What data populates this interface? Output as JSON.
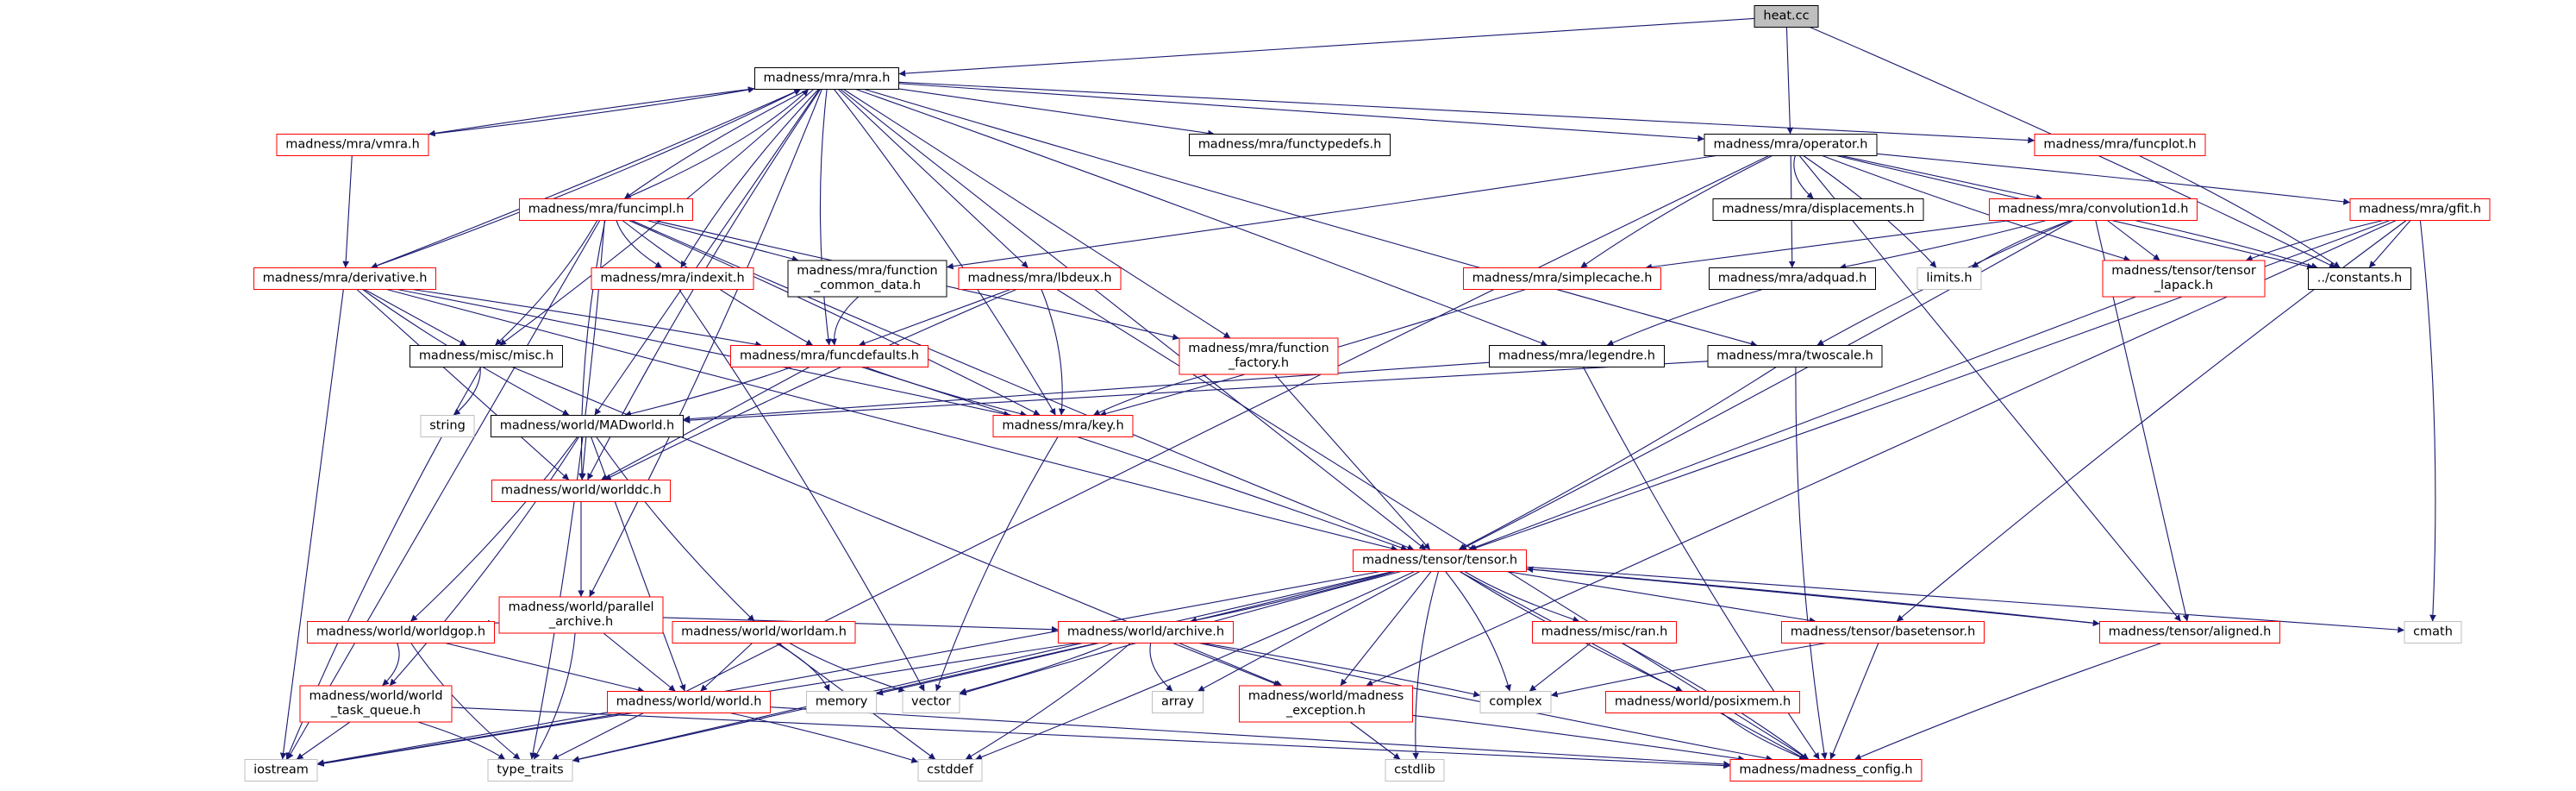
{
  "colors": {
    "edge": "#191970",
    "root_fill": "#bfbfbf",
    "root_border": "#000000",
    "documented_border": "#000000",
    "undocumented_border": "#ff0000",
    "external_border": "#bfbfbf",
    "node_fill": "#ffffff"
  },
  "nodes": [
    {
      "id": "heat",
      "lines": [
        "heat.cc"
      ],
      "kind": "root"
    },
    {
      "id": "mra",
      "lines": [
        "madness/mra/mra.h"
      ],
      "kind": "documented"
    },
    {
      "id": "operator",
      "lines": [
        "madness/mra/operator.h"
      ],
      "kind": "documented"
    },
    {
      "id": "vmra",
      "lines": [
        "madness/mra/vmra.h"
      ],
      "kind": "undocumented"
    },
    {
      "id": "functypedefs",
      "lines": [
        "madness/mra/functypedefs.h"
      ],
      "kind": "documented"
    },
    {
      "id": "funcplot",
      "lines": [
        "madness/mra/funcplot.h"
      ],
      "kind": "undocumented"
    },
    {
      "id": "funcimpl",
      "lines": [
        "madness/mra/funcimpl.h"
      ],
      "kind": "undocumented"
    },
    {
      "id": "displacements",
      "lines": [
        "madness/mra/displacements.h"
      ],
      "kind": "documented"
    },
    {
      "id": "convolution1d",
      "lines": [
        "madness/mra/convolution1d.h"
      ],
      "kind": "undocumented"
    },
    {
      "id": "gfit",
      "lines": [
        "madness/mra/gfit.h"
      ],
      "kind": "undocumented"
    },
    {
      "id": "derivative",
      "lines": [
        "madness/mra/derivative.h"
      ],
      "kind": "undocumented"
    },
    {
      "id": "indexit",
      "lines": [
        "madness/mra/indexit.h"
      ],
      "kind": "undocumented"
    },
    {
      "id": "fcommon",
      "lines": [
        "madness/mra/function",
        "_common_data.h"
      ],
      "kind": "documented"
    },
    {
      "id": "fbdeux",
      "lines": [
        "madness/mra/lbdeux.h"
      ],
      "kind": "undocumented"
    },
    {
      "id": "simplecache",
      "lines": [
        "madness/mra/simplecache.h"
      ],
      "kind": "undocumented"
    },
    {
      "id": "adquad",
      "lines": [
        "madness/mra/adquad.h"
      ],
      "kind": "documented"
    },
    {
      "id": "limits",
      "lines": [
        "limits.h"
      ],
      "kind": "external"
    },
    {
      "id": "tlapack",
      "lines": [
        "madness/tensor/tensor",
        "_lapack.h"
      ],
      "kind": "undocumented"
    },
    {
      "id": "constants",
      "lines": [
        "../constants.h"
      ],
      "kind": "documented"
    },
    {
      "id": "misc",
      "lines": [
        "madness/misc/misc.h"
      ],
      "kind": "documented"
    },
    {
      "id": "funcdefaults",
      "lines": [
        "madness/mra/funcdefaults.h"
      ],
      "kind": "undocumented"
    },
    {
      "id": "ffactory",
      "lines": [
        "madness/mra/function",
        "_factory.h"
      ],
      "kind": "undocumented"
    },
    {
      "id": "legendre",
      "lines": [
        "madness/mra/legendre.h"
      ],
      "kind": "documented"
    },
    {
      "id": "twoscale",
      "lines": [
        "madness/mra/twoscale.h"
      ],
      "kind": "documented"
    },
    {
      "id": "string",
      "lines": [
        "string"
      ],
      "kind": "external"
    },
    {
      "id": "madworld",
      "lines": [
        "madness/world/MADworld.h"
      ],
      "kind": "documented"
    },
    {
      "id": "key",
      "lines": [
        "madness/mra/key.h"
      ],
      "kind": "undocumented"
    },
    {
      "id": "worlddc",
      "lines": [
        "madness/world/worlddc.h"
      ],
      "kind": "undocumented"
    },
    {
      "id": "tensor",
      "lines": [
        "madness/tensor/tensor.h"
      ],
      "kind": "undocumented"
    },
    {
      "id": "parchive",
      "lines": [
        "madness/world/parallel",
        "_archive.h"
      ],
      "kind": "undocumented"
    },
    {
      "id": "worldgop",
      "lines": [
        "madness/world/worldgop.h"
      ],
      "kind": "undocumented"
    },
    {
      "id": "worldam",
      "lines": [
        "madness/world/worldam.h"
      ],
      "kind": "undocumented"
    },
    {
      "id": "archive",
      "lines": [
        "madness/world/archive.h"
      ],
      "kind": "undocumented"
    },
    {
      "id": "miscran",
      "lines": [
        "madness/misc/ran.h"
      ],
      "kind": "undocumented"
    },
    {
      "id": "basetensor",
      "lines": [
        "madness/tensor/basetensor.h"
      ],
      "kind": "undocumented"
    },
    {
      "id": "aligned",
      "lines": [
        "madness/tensor/aligned.h"
      ],
      "kind": "undocumented"
    },
    {
      "id": "cmath",
      "lines": [
        "cmath"
      ],
      "kind": "external"
    },
    {
      "id": "wtq",
      "lines": [
        "madness/world/world",
        "_task_queue.h"
      ],
      "kind": "undocumented"
    },
    {
      "id": "world",
      "lines": [
        "madness/world/world.h"
      ],
      "kind": "undocumented"
    },
    {
      "id": "memory",
      "lines": [
        "memory"
      ],
      "kind": "external"
    },
    {
      "id": "vector",
      "lines": [
        "vector"
      ],
      "kind": "external"
    },
    {
      "id": "array",
      "lines": [
        "array"
      ],
      "kind": "external"
    },
    {
      "id": "mexc",
      "lines": [
        "madness/world/madness",
        "_exception.h"
      ],
      "kind": "undocumented"
    },
    {
      "id": "complex",
      "lines": [
        "complex"
      ],
      "kind": "external"
    },
    {
      "id": "posixmem",
      "lines": [
        "madness/world/posixmem.h"
      ],
      "kind": "undocumented"
    },
    {
      "id": "iostream",
      "lines": [
        "iostream"
      ],
      "kind": "external"
    },
    {
      "id": "typetraits",
      "lines": [
        "type_traits"
      ],
      "kind": "external"
    },
    {
      "id": "cstddef",
      "lines": [
        "cstddef"
      ],
      "kind": "external"
    },
    {
      "id": "cstdlib",
      "lines": [
        "cstdlib"
      ],
      "kind": "external"
    },
    {
      "id": "config",
      "lines": [
        "madness/madness_config.h"
      ],
      "kind": "undocumented"
    }
  ],
  "edges": [
    [
      "heat",
      "mra"
    ],
    [
      "heat",
      "operator"
    ],
    [
      "heat",
      "constants"
    ],
    [
      "mra",
      "vmra"
    ],
    [
      "mra",
      "functypedefs"
    ],
    [
      "mra",
      "funcplot"
    ],
    [
      "mra",
      "funcimpl"
    ],
    [
      "mra",
      "operator"
    ],
    [
      "mra",
      "derivative"
    ],
    [
      "mra",
      "indexit"
    ],
    [
      "mra",
      "fbdeux"
    ],
    [
      "mra",
      "misc"
    ],
    [
      "mra",
      "funcdefaults"
    ],
    [
      "mra",
      "ffactory"
    ],
    [
      "mra",
      "legendre"
    ],
    [
      "mra",
      "twoscale"
    ],
    [
      "mra",
      "madworld"
    ],
    [
      "mra",
      "key"
    ],
    [
      "mra",
      "worlddc"
    ],
    [
      "mra",
      "tensor"
    ],
    [
      "mra",
      "parchive"
    ],
    [
      "vmra",
      "mra"
    ],
    [
      "vmra",
      "derivative"
    ],
    [
      "funcplot",
      "constants"
    ],
    [
      "operator",
      "displacements"
    ],
    [
      "operator",
      "convolution1d"
    ],
    [
      "operator",
      "gfit"
    ],
    [
      "operator",
      "simplecache"
    ],
    [
      "operator",
      "adquad"
    ],
    [
      "operator",
      "limits"
    ],
    [
      "operator",
      "tlapack"
    ],
    [
      "operator",
      "constants"
    ],
    [
      "operator",
      "fcommon"
    ],
    [
      "operator",
      "typetraits"
    ],
    [
      "operator",
      "aligned"
    ],
    [
      "funcimpl",
      "mra"
    ],
    [
      "funcimpl",
      "indexit"
    ],
    [
      "funcimpl",
      "fcommon"
    ],
    [
      "funcimpl",
      "misc"
    ],
    [
      "funcimpl",
      "funcdefaults"
    ],
    [
      "funcimpl",
      "ffactory"
    ],
    [
      "funcimpl",
      "key"
    ],
    [
      "funcimpl",
      "tensor"
    ],
    [
      "funcimpl",
      "iostream"
    ],
    [
      "funcimpl",
      "typetraits"
    ],
    [
      "funcimpl",
      "worlddc"
    ],
    [
      "convolution1d",
      "simplecache"
    ],
    [
      "convolution1d",
      "adquad"
    ],
    [
      "convolution1d",
      "limits"
    ],
    [
      "convolution1d",
      "tlapack"
    ],
    [
      "convolution1d",
      "constants"
    ],
    [
      "convolution1d",
      "twoscale"
    ],
    [
      "convolution1d",
      "aligned"
    ],
    [
      "convolution1d",
      "tensor"
    ],
    [
      "gfit",
      "tlapack"
    ],
    [
      "gfit",
      "constants"
    ],
    [
      "gfit",
      "cmath"
    ],
    [
      "gfit",
      "basetensor"
    ],
    [
      "gfit",
      "mexc"
    ],
    [
      "gfit",
      "tensor"
    ],
    [
      "derivative",
      "mra"
    ],
    [
      "derivative",
      "misc"
    ],
    [
      "derivative",
      "funcdefaults"
    ],
    [
      "derivative",
      "madworld"
    ],
    [
      "derivative",
      "worlddc"
    ],
    [
      "derivative",
      "key"
    ],
    [
      "derivative",
      "tensor"
    ],
    [
      "derivative",
      "iostream"
    ],
    [
      "indexit",
      "vector"
    ],
    [
      "fcommon",
      "funcdefaults"
    ],
    [
      "fbdeux",
      "funcdefaults"
    ],
    [
      "fbdeux",
      "key"
    ],
    [
      "fbdeux",
      "worlddc"
    ],
    [
      "fbdeux",
      "config"
    ],
    [
      "simplecache",
      "key"
    ],
    [
      "adquad",
      "legendre"
    ],
    [
      "tlapack",
      "tensor"
    ],
    [
      "misc",
      "string"
    ],
    [
      "misc",
      "iostream"
    ],
    [
      "misc",
      "mexc"
    ],
    [
      "funcdefaults",
      "madworld"
    ],
    [
      "funcdefaults",
      "key"
    ],
    [
      "funcdefaults",
      "worlddc"
    ],
    [
      "funcdefaults",
      "tensor"
    ],
    [
      "ffactory",
      "key"
    ],
    [
      "ffactory",
      "tensor"
    ],
    [
      "legendre",
      "madworld"
    ],
    [
      "legendre",
      "config"
    ],
    [
      "twoscale",
      "madworld"
    ],
    [
      "twoscale",
      "tensor"
    ],
    [
      "twoscale",
      "config"
    ],
    [
      "madworld",
      "worlddc"
    ],
    [
      "madworld",
      "worldgop"
    ],
    [
      "madworld",
      "worldam"
    ],
    [
      "madworld",
      "world"
    ],
    [
      "madworld",
      "wtq"
    ],
    [
      "key",
      "vector"
    ],
    [
      "worlddc",
      "parchive"
    ],
    [
      "tensor",
      "memory"
    ],
    [
      "tensor",
      "vector"
    ],
    [
      "tensor",
      "array"
    ],
    [
      "tensor",
      "archive"
    ],
    [
      "tensor",
      "miscran"
    ],
    [
      "tensor",
      "basetensor"
    ],
    [
      "tensor",
      "aligned"
    ],
    [
      "tensor",
      "cmath"
    ],
    [
      "tensor",
      "mexc"
    ],
    [
      "tensor",
      "complex"
    ],
    [
      "tensor",
      "posixmem"
    ],
    [
      "tensor",
      "typetraits"
    ],
    [
      "tensor",
      "cstddef"
    ],
    [
      "tensor",
      "cstdlib"
    ],
    [
      "tensor",
      "config"
    ],
    [
      "tensor",
      "iostream"
    ],
    [
      "parchive",
      "worldgop"
    ],
    [
      "parchive",
      "world"
    ],
    [
      "parchive",
      "typetraits"
    ],
    [
      "parchive",
      "archive"
    ],
    [
      "worldgop",
      "world"
    ],
    [
      "worldgop",
      "wtq"
    ],
    [
      "worldgop",
      "typetraits"
    ],
    [
      "worldam",
      "world"
    ],
    [
      "worldam",
      "memory"
    ],
    [
      "worldam",
      "vector"
    ],
    [
      "worldam",
      "cstddef"
    ],
    [
      "archive",
      "vector"
    ],
    [
      "archive",
      "array"
    ],
    [
      "archive",
      "mexc"
    ],
    [
      "archive",
      "complex"
    ],
    [
      "archive",
      "iostream"
    ],
    [
      "archive",
      "typetraits"
    ],
    [
      "archive",
      "cstddef"
    ],
    [
      "archive",
      "config"
    ],
    [
      "miscran",
      "complex"
    ],
    [
      "miscran",
      "config"
    ],
    [
      "basetensor",
      "complex"
    ],
    [
      "basetensor",
      "config"
    ],
    [
      "aligned",
      "tensor"
    ],
    [
      "aligned",
      "config"
    ],
    [
      "wtq",
      "iostream"
    ],
    [
      "wtq",
      "typetraits"
    ],
    [
      "wtq",
      "config"
    ],
    [
      "world",
      "iostream"
    ],
    [
      "world",
      "cstddef"
    ],
    [
      "world",
      "config"
    ],
    [
      "mexc",
      "cstdlib"
    ],
    [
      "mexc",
      "config"
    ],
    [
      "posixmem",
      "config"
    ]
  ]
}
